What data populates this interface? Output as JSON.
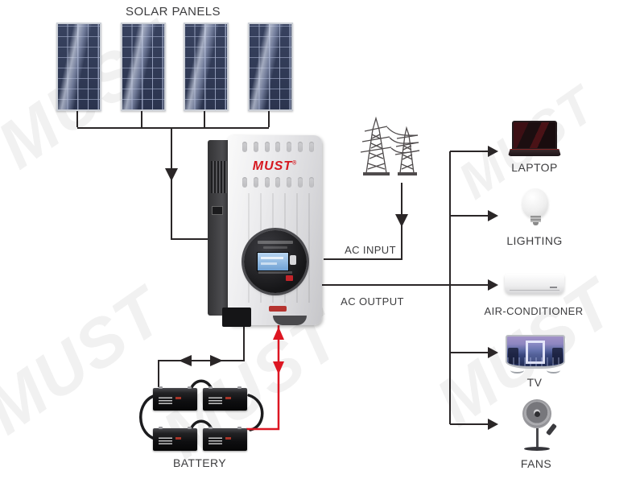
{
  "labels": {
    "solar_panels": "SOLAR PANELS",
    "ac_input": "AC INPUT",
    "ac_output": "AC OUTPUT",
    "battery": "BATTERY"
  },
  "inverter": {
    "brand": "MUST",
    "registered": "®"
  },
  "loads": [
    {
      "label": "LAPTOP"
    },
    {
      "label": "LIGHTING"
    },
    {
      "label": "AIR-CONDITIONER"
    },
    {
      "label": "TV"
    },
    {
      "label": "FANS"
    }
  ],
  "watermark": "MUST",
  "icons": {
    "solar_panels": "solar-panel-icon",
    "grid": "transmission-tower-icon",
    "inverter": "inverter-icon",
    "laptop": "laptop-icon",
    "lighting": "light-bulb-icon",
    "air_conditioner": "air-conditioner-icon",
    "tv": "tv-icon",
    "fans": "pedestal-fan-icon",
    "battery": "battery-icon"
  },
  "colors": {
    "wire_black": "#2a2627",
    "wire_red": "#dd1622",
    "brand_red": "#d6171f",
    "panel_blue": "#2e3854",
    "lcd_blue": "#86b4e4"
  }
}
